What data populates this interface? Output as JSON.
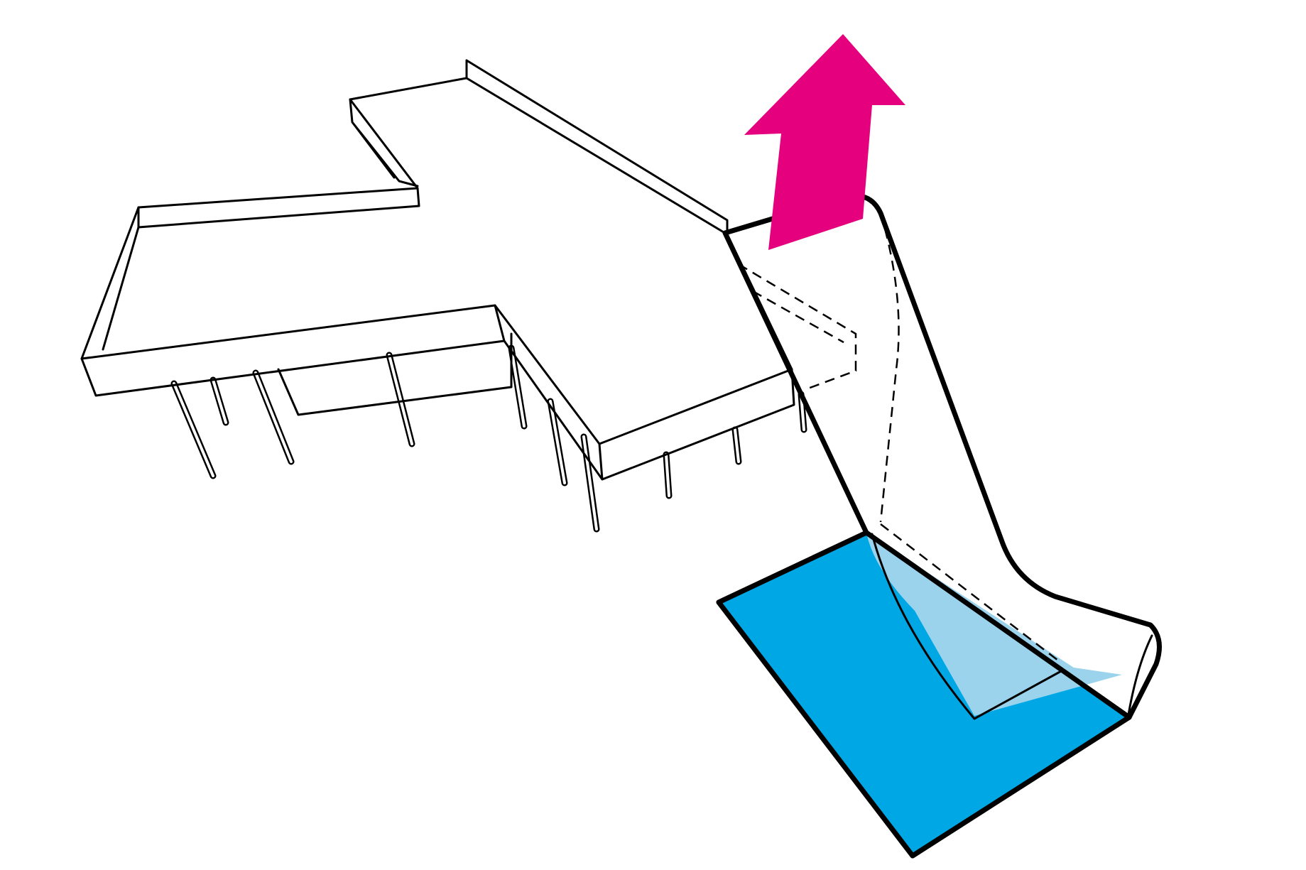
{
  "diagram": {
    "colors": {
      "background": "#ffffff",
      "line": "#000000",
      "arrow": "#e5007e",
      "water": "#00a7e5",
      "water_light": "#9bd3ec",
      "slab_fill": "#ffffff"
    },
    "elements": [
      {
        "name": "cross-shaped-roof-slab",
        "type": "slab"
      },
      {
        "name": "support-columns",
        "type": "columns"
      },
      {
        "name": "curved-ramp-volume",
        "type": "ramp"
      },
      {
        "name": "water-pool",
        "type": "pool"
      },
      {
        "name": "upward-arrow",
        "type": "arrow",
        "direction": "up"
      }
    ]
  }
}
